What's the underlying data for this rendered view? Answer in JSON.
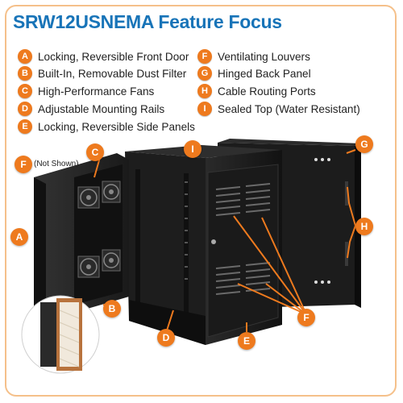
{
  "title": "SRW12USNEMA Feature Focus",
  "features": [
    {
      "key": "A",
      "label": "Locking, Reversible Front Door"
    },
    {
      "key": "B",
      "label": "Built-In, Removable Dust Filter"
    },
    {
      "key": "C",
      "label": "High-Performance Fans"
    },
    {
      "key": "D",
      "label": "Adjustable Mounting Rails"
    },
    {
      "key": "E",
      "label": "Locking, Reversible Side Panels"
    },
    {
      "key": "F",
      "label": "Ventilating Louvers"
    },
    {
      "key": "G",
      "label": "Hinged Back Panel"
    },
    {
      "key": "H",
      "label": "Cable Routing Ports"
    },
    {
      "key": "I",
      "label": "Sealed Top (Water Resistant)"
    }
  ],
  "not_shown_note": "(Not Shown)",
  "colors": {
    "accent": "#ee7a1e",
    "title": "#1874b8",
    "border": "#f5c08a",
    "cabinet": "#1e1e1e"
  }
}
